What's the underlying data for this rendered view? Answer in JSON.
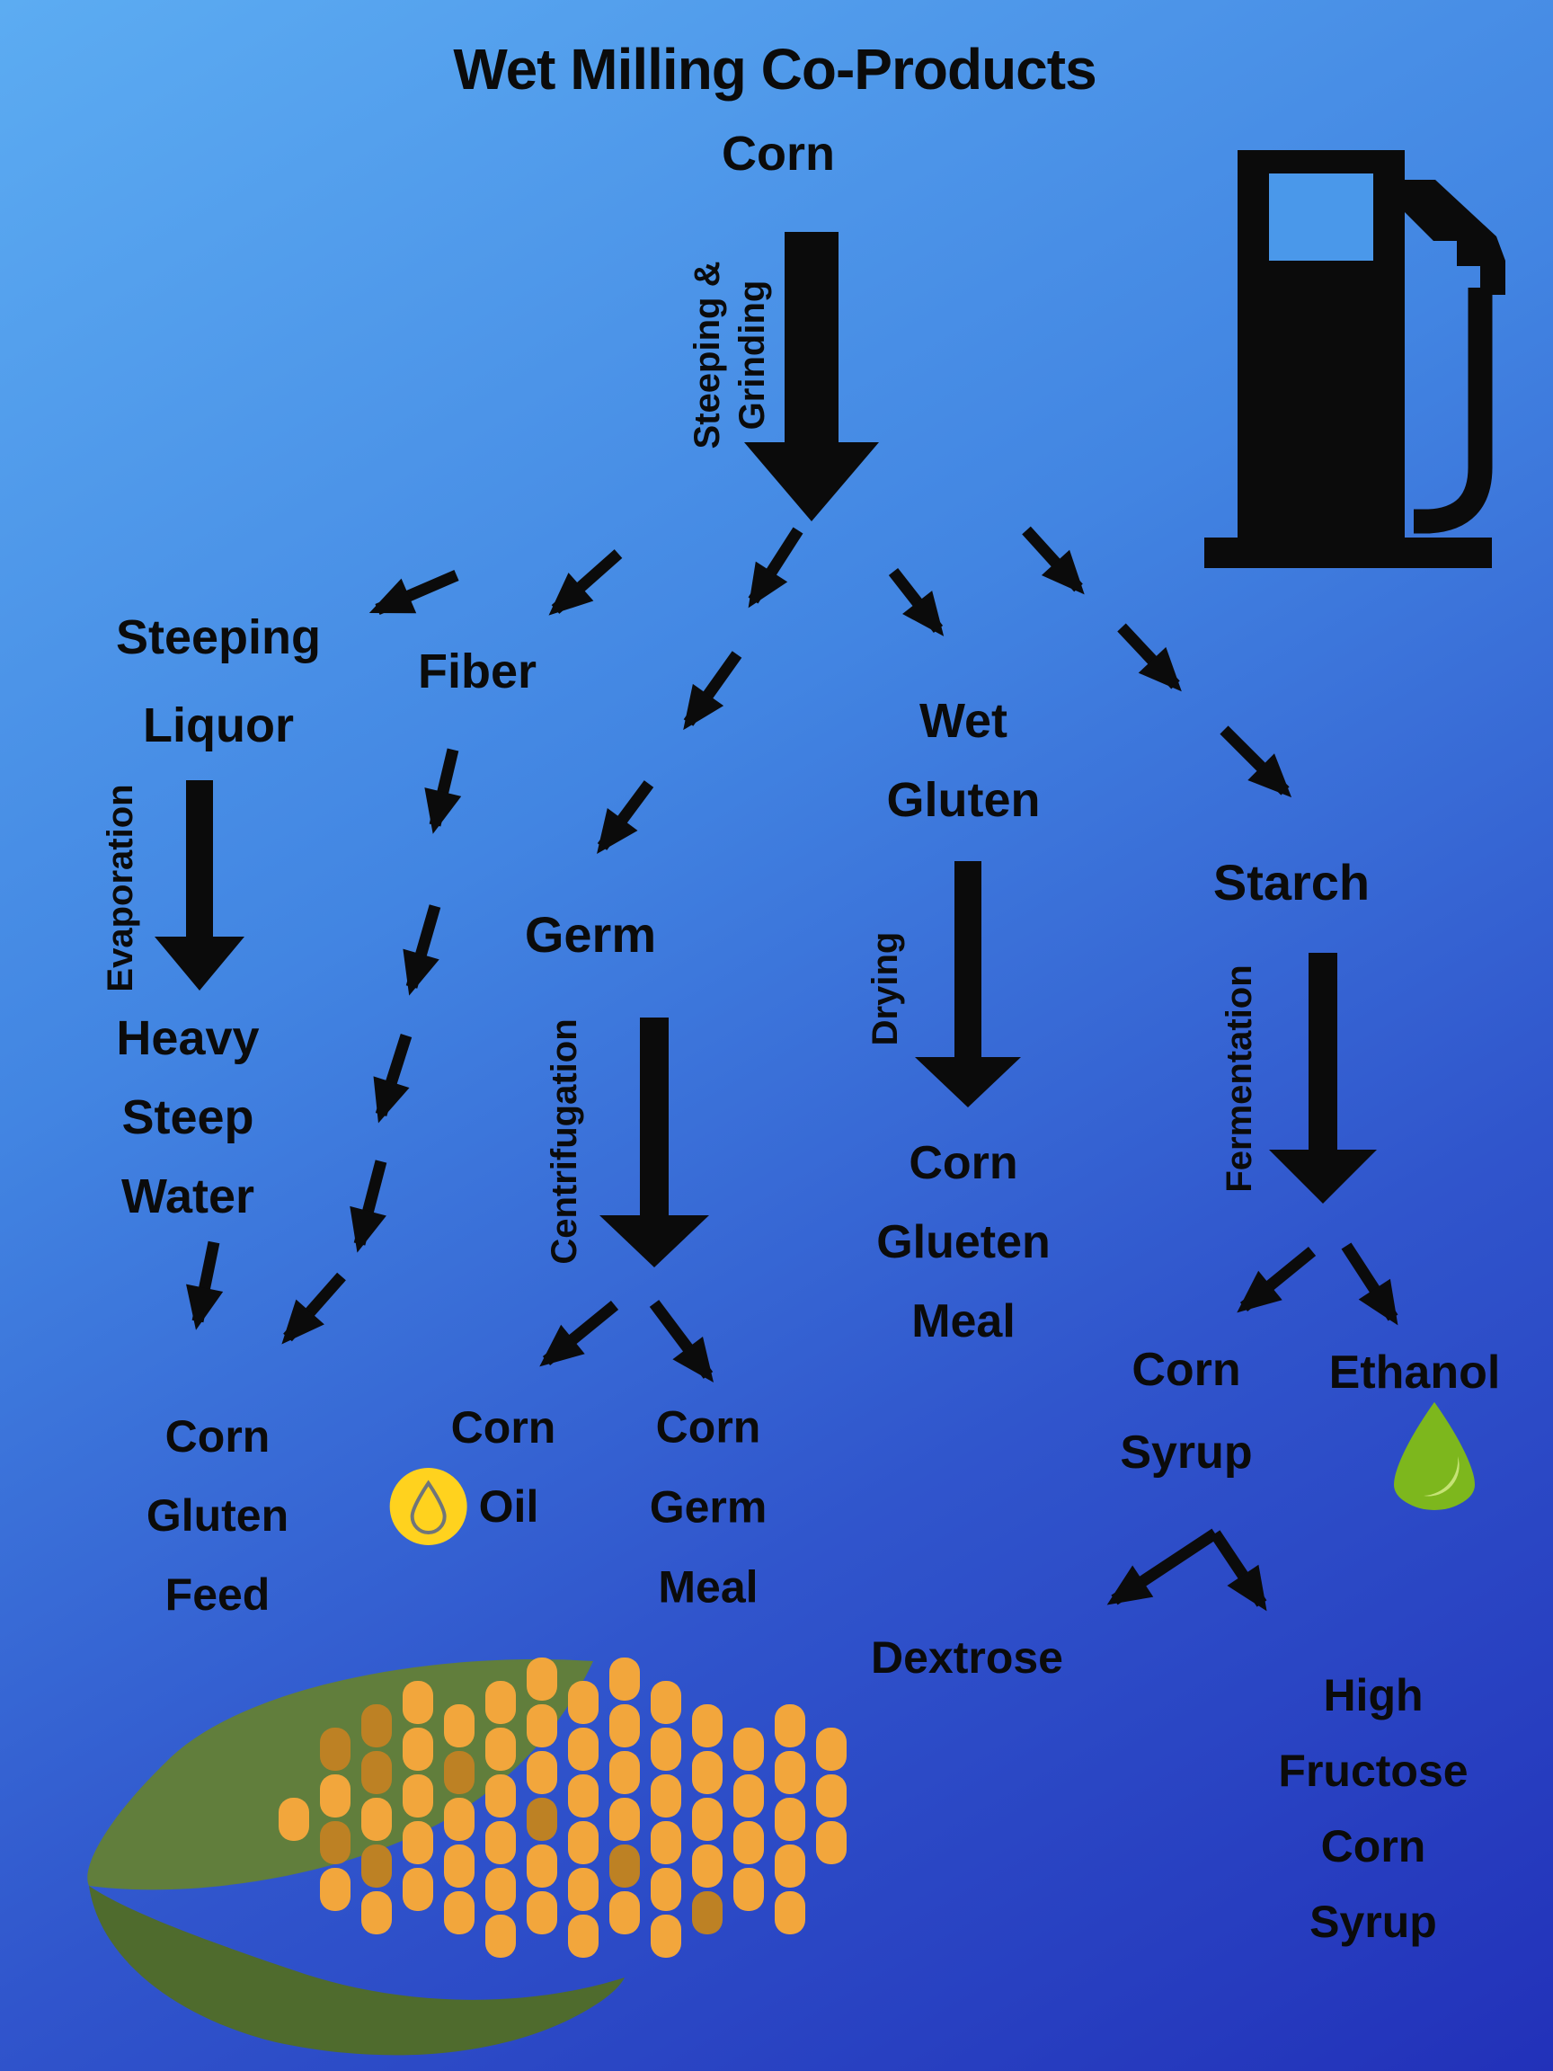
{
  "title": "Wet Milling Co-Products",
  "labels": {
    "corn": "Corn",
    "steeping_grinding_1": "Steeping &",
    "steeping_grinding_2": "Grinding",
    "steeping_liquor_1": "Steeping",
    "steeping_liquor_2": "Liquor",
    "fiber": "Fiber",
    "germ": "Germ",
    "wet_gluten_1": "Wet",
    "wet_gluten_2": "Gluten",
    "starch": "Starch",
    "evaporation": "Evaporation",
    "centrifugation": "Centrifugation",
    "drying": "Drying",
    "fermentation": "Fermentation",
    "heavy_steep_water_1": "Heavy",
    "heavy_steep_water_2": "Steep",
    "heavy_steep_water_3": "Water",
    "corn_gluten_feed_1": "Corn",
    "corn_gluten_feed_2": "Gluten",
    "corn_gluten_feed_3": "Feed",
    "corn_oil_1": "Corn",
    "corn_oil_2": "Oil",
    "corn_germ_meal_1": "Corn",
    "corn_germ_meal_2": "Germ",
    "corn_germ_meal_3": "Meal",
    "corn_glueten_meal_1": "Corn",
    "corn_glueten_meal_2": "Glueten",
    "corn_glueten_meal_3": "Meal",
    "corn_syrup_1": "Corn",
    "corn_syrup_2": "Syrup",
    "ethanol": "Ethanol",
    "dextrose": "Dextrose",
    "hfcs_1": "High",
    "hfcs_2": "Fructose",
    "hfcs_3": "Corn",
    "hfcs_4": "Syrup"
  },
  "flow_edges": [
    {
      "from": "Corn",
      "process": "Steeping & Grinding",
      "to": [
        "Steeping Liquor",
        "Fiber",
        "Germ",
        "Wet Gluten",
        "Starch"
      ]
    },
    {
      "from": "Steeping Liquor",
      "process": "Evaporation",
      "to": [
        "Heavy Steep Water"
      ]
    },
    {
      "from": "Heavy Steep Water",
      "process": "",
      "to": [
        "Corn Gluten Feed"
      ]
    },
    {
      "from": "Fiber",
      "process": "",
      "to": [
        "Corn Gluten Feed"
      ]
    },
    {
      "from": "Germ",
      "process": "Centrifugation",
      "to": [
        "Corn Oil",
        "Corn Germ Meal"
      ]
    },
    {
      "from": "Wet Gluten",
      "process": "Drying",
      "to": [
        "Corn Glueten Meal"
      ]
    },
    {
      "from": "Starch",
      "process": "Fermentation",
      "to": [
        "Corn Syrup",
        "Ethanol"
      ]
    },
    {
      "from": "Corn Syrup",
      "process": "",
      "to": [
        "Dextrose",
        "High Fructose Corn Syrup"
      ]
    }
  ],
  "icons": {
    "gas_pump": "gas-pump-icon",
    "ethanol_drop": "ethanol-drop-icon",
    "oil_drop": "oil-drop-icon",
    "corn_cob": "corn-cob-icon"
  },
  "colors": {
    "background_top": "#5CACF2",
    "background_bottom": "#2231B9",
    "text_and_arrows": "#0b0b0b",
    "leaf_green_light": "#617E3C",
    "leaf_green_dark": "#4F6B2D",
    "kernel_orange": "#F2A63C",
    "kernel_orange_dark": "#BD8124",
    "oil_yellow": "#FFD21E",
    "ethanol_green": "#7DB71D"
  }
}
